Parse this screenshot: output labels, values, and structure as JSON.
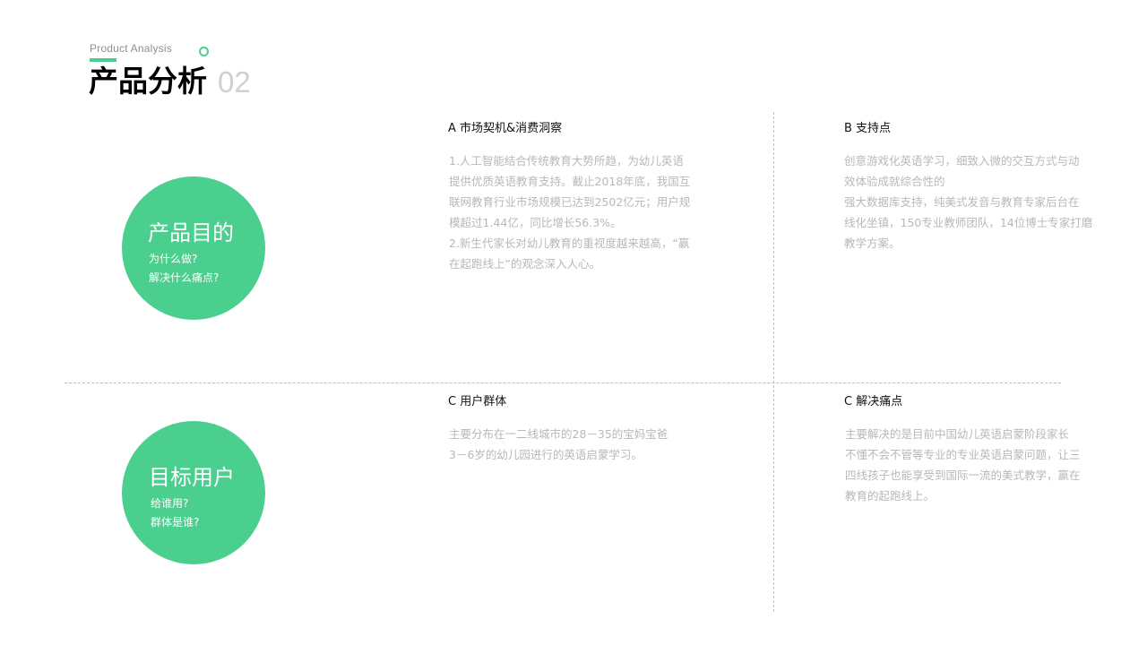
{
  "header": {
    "subtitle": "Product Analysis",
    "title": "产品分析",
    "number": "02"
  },
  "circles": [
    {
      "title": "产品目的",
      "line1": "为什么做?",
      "line2": "解决什么痛点?"
    },
    {
      "title": "目标用户",
      "line1": "给谁用?",
      "line2": "群体是谁?"
    }
  ],
  "sections": {
    "a": {
      "title": "A 市场契机&消费洞察",
      "lines": [
        "1.人工智能结合传统教育大势所趋，为幼儿英语",
        "提供优质英语教育支持。截止2018年底，我国互",
        "联网教育行业市场规模已达到2502亿元；用户规",
        "模超过1.44亿，同比增长56.3%。",
        "2.新生代家长对幼儿教育的重视度越来越高，“赢",
        "在起跑线上”的观念深入人心。"
      ]
    },
    "b": {
      "title": "B 支持点",
      "lines": [
        "创意游戏化英语学习，细致入微的交互方式与动",
        "效体验成就综合性的",
        "强大数据库支持，纯美式发音与教育专家后台在",
        "线化坐镇，150专业教师团队，14位博士专家打磨",
        "教学方案。"
      ]
    },
    "c": {
      "title": "C 用户群体",
      "lines": [
        "主要分布在一二线城市的28－35的宝妈宝爸",
        "3－6岁的幼儿园进行的英语启蒙学习。"
      ]
    },
    "d": {
      "title": "C 解决痛点",
      "lines": [
        "主要解决的是目前中国幼儿英语启蒙阶段家长",
        "不懂不会不管等专业的专业英语启蒙问题，让三",
        "四线孩子也能享受到国际一流的美式教学，赢在",
        "教育的起跑线上。"
      ]
    }
  }
}
